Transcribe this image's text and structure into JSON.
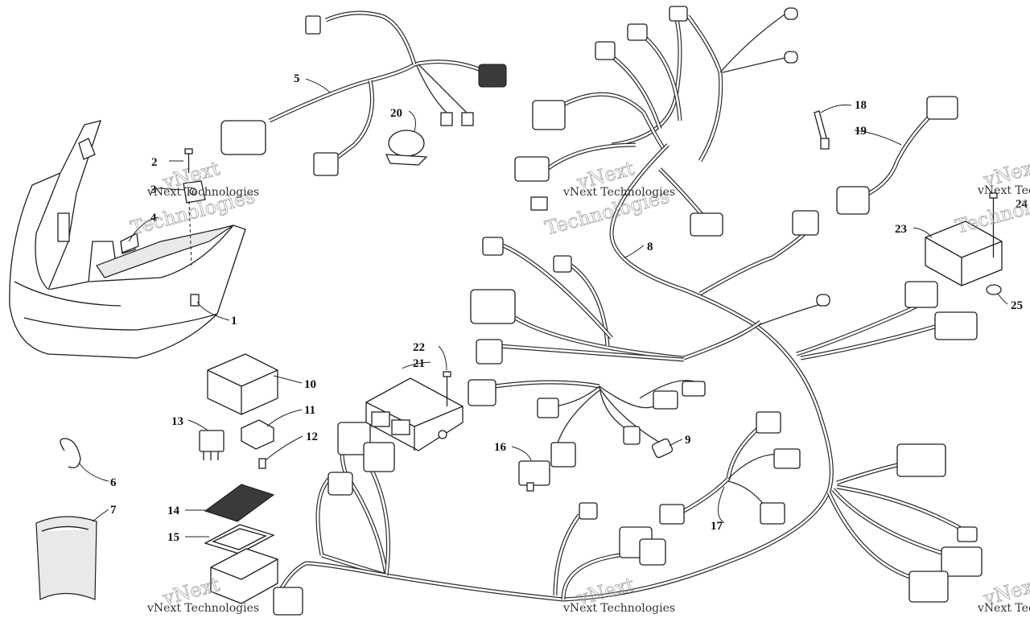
{
  "watermark": {
    "brand": "vNext",
    "company": "Technologies",
    "full": "vNext Technologies"
  },
  "callouts": [
    {
      "id": "c1",
      "label": "1"
    },
    {
      "id": "c2",
      "label": "2"
    },
    {
      "id": "c3",
      "label": "3"
    },
    {
      "id": "c4",
      "label": "4"
    },
    {
      "id": "c5",
      "label": "5"
    },
    {
      "id": "c6",
      "label": "6"
    },
    {
      "id": "c7",
      "label": "7"
    },
    {
      "id": "c8",
      "label": "8"
    },
    {
      "id": "c9",
      "label": "9"
    },
    {
      "id": "c10",
      "label": "10"
    },
    {
      "id": "c11",
      "label": "11"
    },
    {
      "id": "c12",
      "label": "12"
    },
    {
      "id": "c13",
      "label": "13"
    },
    {
      "id": "c14",
      "label": "14"
    },
    {
      "id": "c15",
      "label": "15"
    },
    {
      "id": "c16",
      "label": "16"
    },
    {
      "id": "c17",
      "label": "17"
    },
    {
      "id": "c18",
      "label": "18"
    },
    {
      "id": "c19",
      "label": "19"
    },
    {
      "id": "c20",
      "label": "20"
    },
    {
      "id": "c21",
      "label": "21"
    },
    {
      "id": "c22",
      "label": "22"
    },
    {
      "id": "c23",
      "label": "23"
    },
    {
      "id": "c24",
      "label": "24"
    },
    {
      "id": "c25",
      "label": "25"
    }
  ]
}
